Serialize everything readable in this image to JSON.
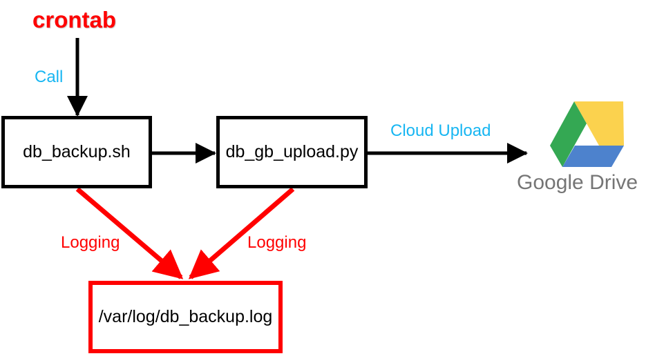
{
  "diagram": {
    "title_node": {
      "label": "crontab",
      "color": "#ff0000"
    },
    "nodes": [
      {
        "id": "db_backup",
        "label": "db_backup.sh",
        "border_color": "#000000"
      },
      {
        "id": "db_upload",
        "label": "db_gb_upload.py",
        "border_color": "#000000"
      },
      {
        "id": "log_file",
        "label": "/var/log/db_backup.log",
        "border_color": "#ff0000"
      }
    ],
    "edge_labels": {
      "call": "Call",
      "cloud_upload": "Cloud Upload",
      "logging_left": "Logging",
      "logging_right": "Logging"
    },
    "colors": {
      "edge_label_cyan": "#17b6f2",
      "edge_label_red": "#ff0000",
      "arrow_black": "#000000",
      "arrow_red": "#ff0000"
    },
    "service": {
      "name": "Google Drive",
      "icon": "google-drive-icon",
      "text_color": "#757575",
      "logo_colors": {
        "green": "#34a853",
        "yellow": "#fbd24e",
        "blue": "#4d82cd"
      }
    }
  }
}
